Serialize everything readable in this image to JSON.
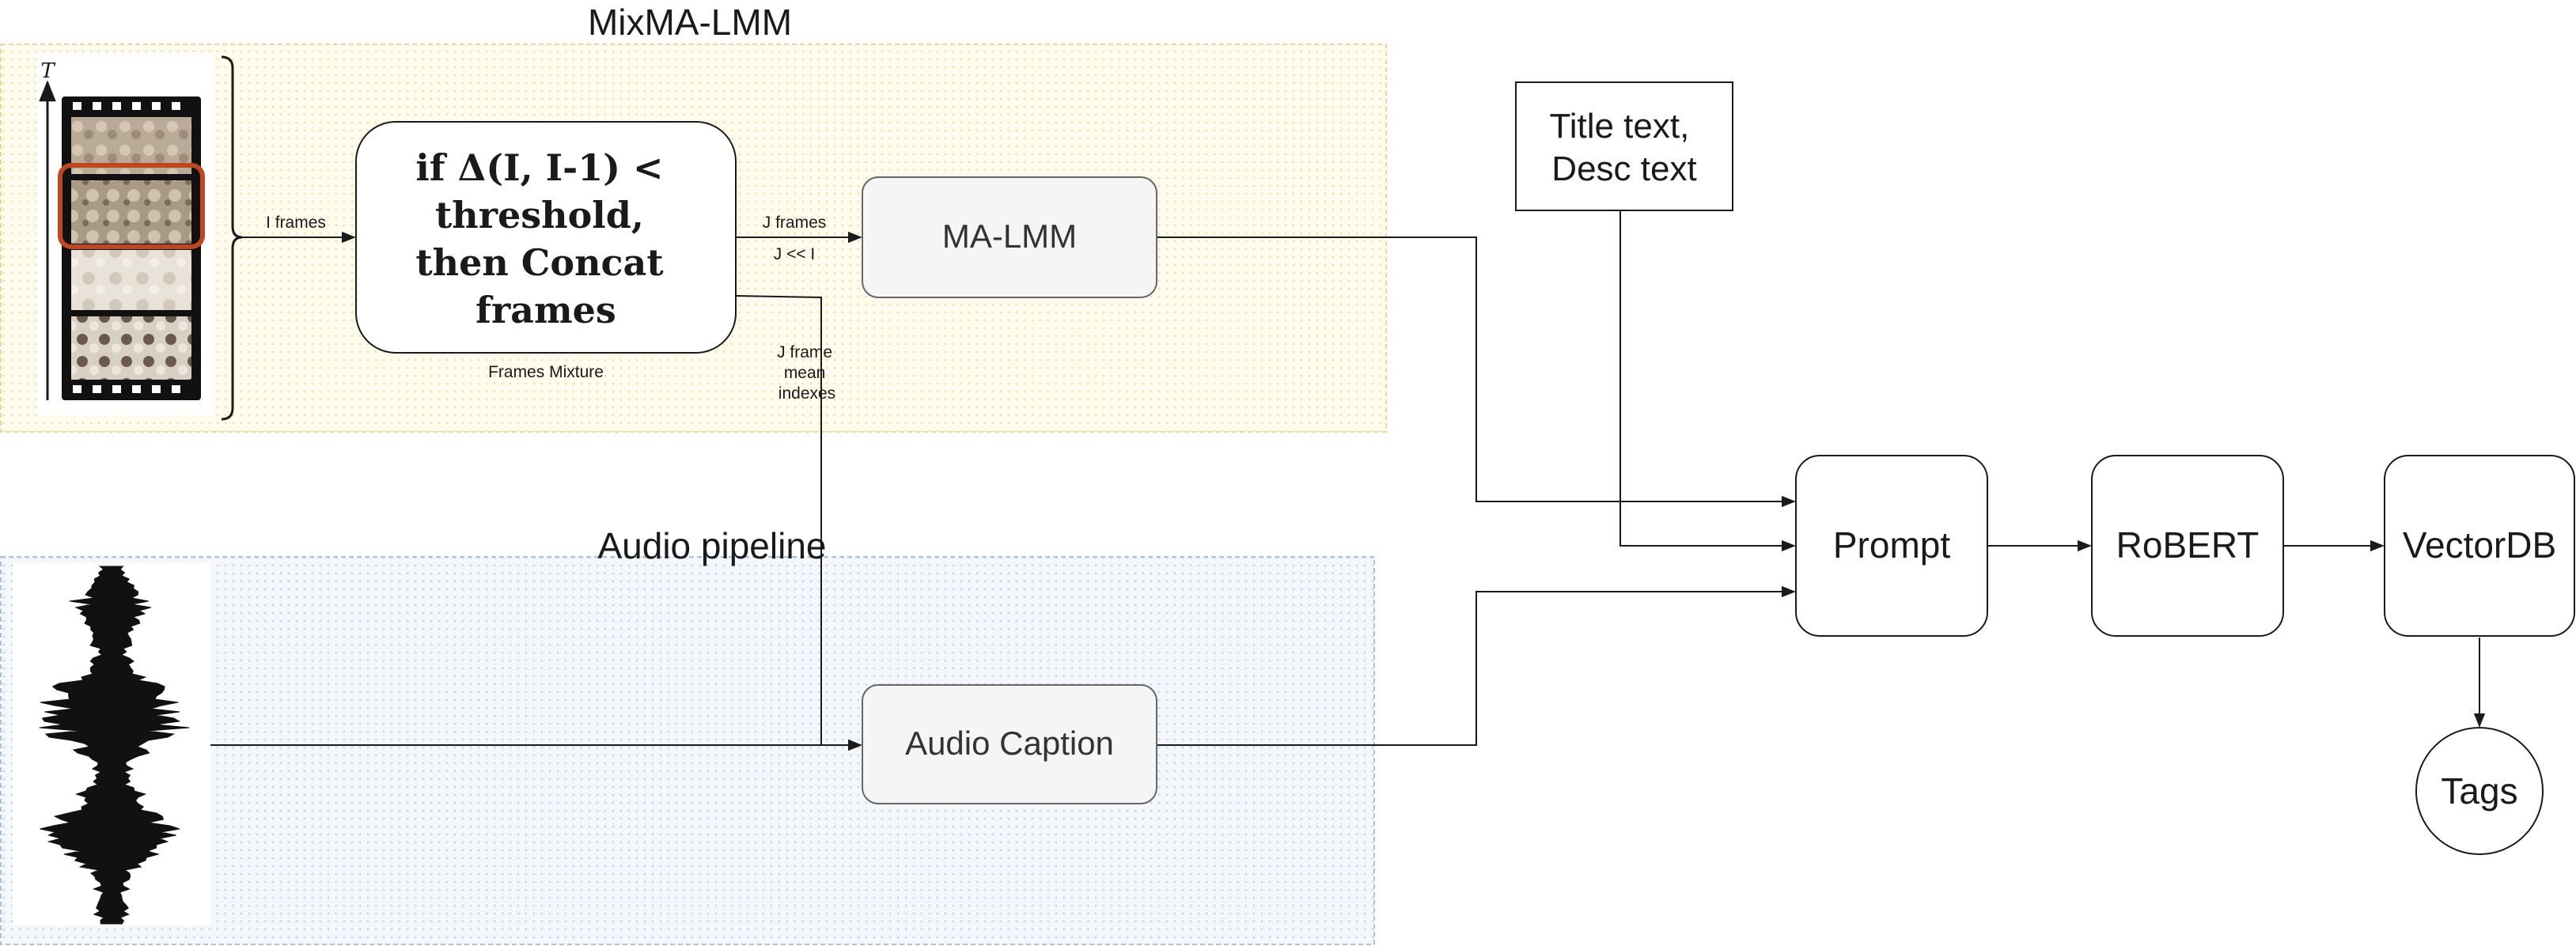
{
  "sections": {
    "video_title": "MixMA-LMM",
    "audio_title": "Audio pipeline"
  },
  "nodes": {
    "frames_mixture": {
      "lines": [
        "if Δ(I, I-1) <",
        "threshold,",
        "then Concat",
        "frames"
      ],
      "caption": "Frames Mixture"
    },
    "ma_lmm": "MA-LMM",
    "audio_caption": "Audio Caption",
    "title_desc": [
      "Title text,",
      "Desc text"
    ],
    "prompt": "Prompt",
    "robert": "RoBERT",
    "vectordb": "VectorDB",
    "tags": "Tags"
  },
  "edges": {
    "i_frames": "I frames",
    "j_frames": "J frames",
    "j_ll_i": "J << I",
    "j_frame_mean_indexes": [
      "J frame",
      "mean",
      "indexes"
    ]
  },
  "film": {
    "time_axis": "T"
  },
  "colors": {
    "video_region_fill": "#fdfbec",
    "video_region_dots": "#ede1b4",
    "video_region_border": "#e6d79c",
    "audio_region_fill": "#f4f8fc",
    "audio_region_dots": "#c5d6ea",
    "audio_region_border": "#a9c2dd",
    "gray_box_fill": "#f5f5f5",
    "highlight_frame": "#c0461e",
    "stroke": "#1a1a1a"
  }
}
